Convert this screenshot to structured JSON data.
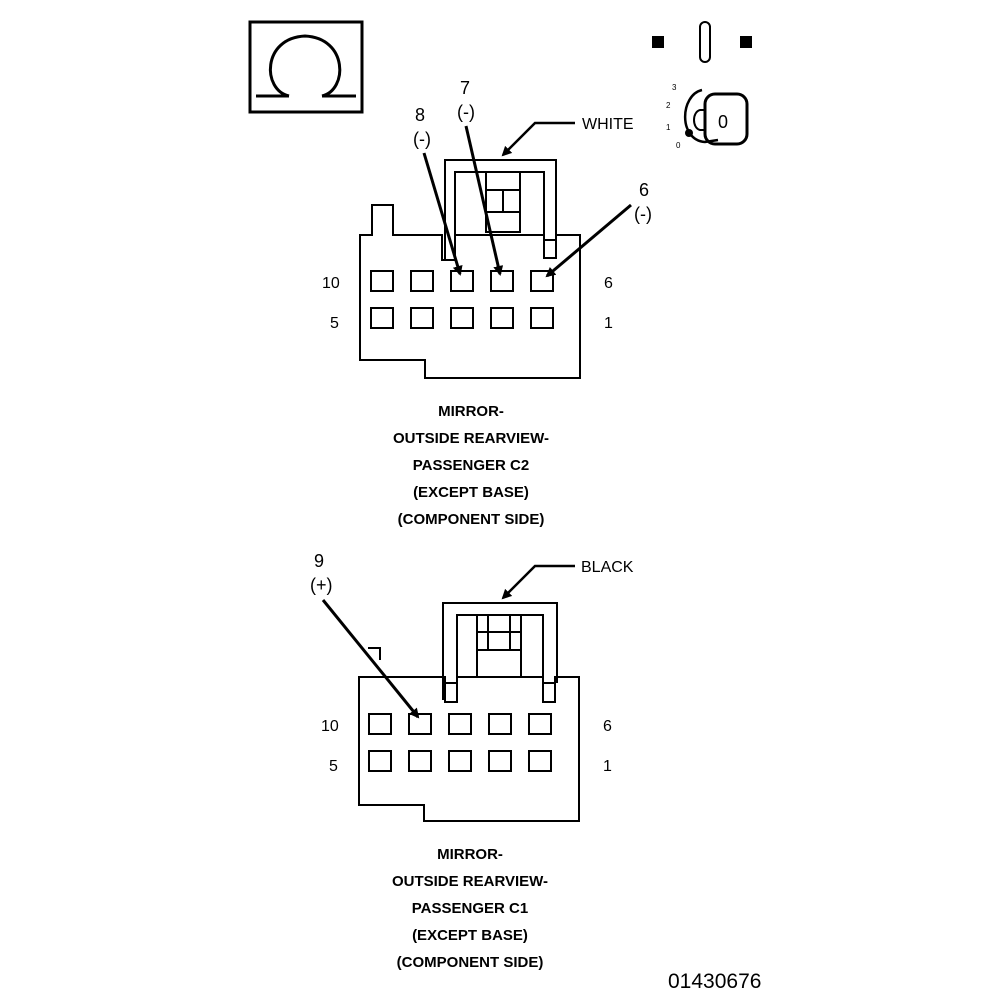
{
  "icons": {
    "symbol_box": "ohm-symbol-icon",
    "ignition": "ignition-key-icon"
  },
  "ignition": {
    "key_label": "0",
    "positions": [
      "3",
      "2",
      "1",
      "0"
    ]
  },
  "connectors": [
    {
      "wire_color": "WHITE",
      "row_top_labels": {
        "left": "10",
        "right": "6"
      },
      "row_bottom_labels": {
        "left": "5",
        "right": "1"
      },
      "callouts": [
        {
          "pin": "8",
          "polarity": "(-)"
        },
        {
          "pin": "7",
          "polarity": "(-)"
        },
        {
          "pin": "6",
          "polarity": "(-)"
        }
      ],
      "caption": [
        "MIRROR-",
        "OUTSIDE REARVIEW-",
        "PASSENGER C2",
        "(EXCEPT BASE)",
        "(COMPONENT SIDE)"
      ]
    },
    {
      "wire_color": "BLACK",
      "row_top_labels": {
        "left": "10",
        "right": "6"
      },
      "row_bottom_labels": {
        "left": "5",
        "right": "1"
      },
      "callouts": [
        {
          "pin": "9",
          "polarity": "(+)"
        }
      ],
      "caption": [
        "MIRROR-",
        "OUTSIDE REARVIEW-",
        "PASSENGER C1",
        "(EXCEPT BASE)",
        "(COMPONENT SIDE)"
      ]
    }
  ],
  "figure_id": "01430676"
}
